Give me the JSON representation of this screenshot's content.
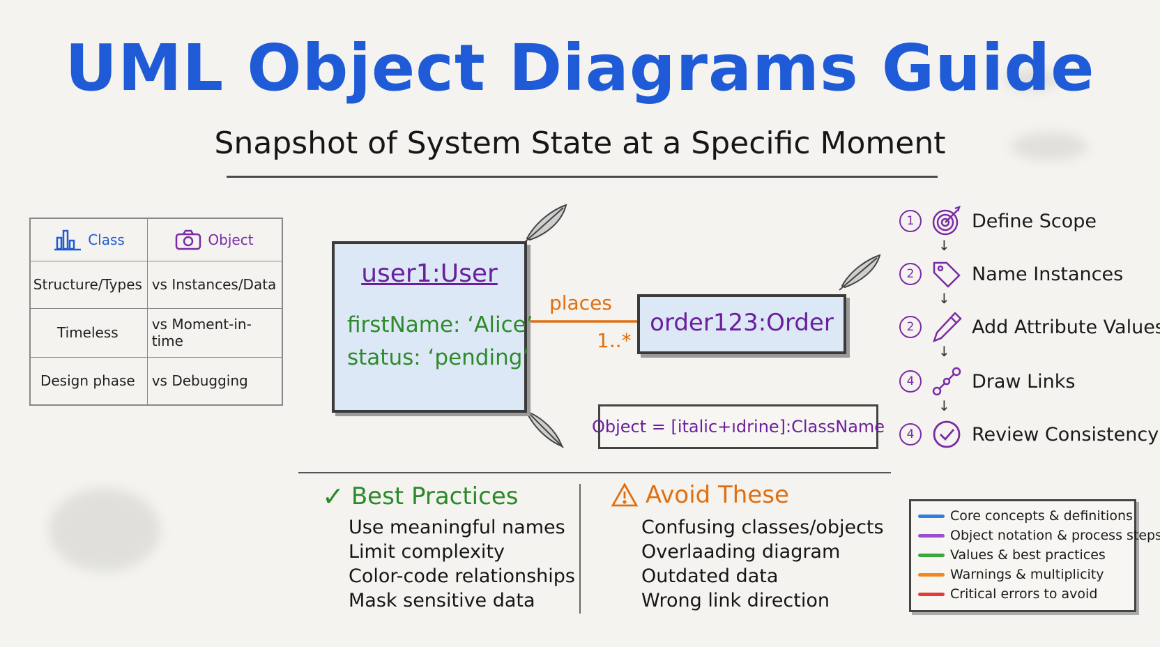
{
  "title": "UML Object Diagrams Guide",
  "subtitle": "Snapshot of System State at a Specific Moment",
  "comparison": {
    "header_class": "Class",
    "header_object": "Object",
    "rows": [
      {
        "left": "Structure/Types",
        "right": "vs Instances/Data"
      },
      {
        "left": "Timeless",
        "right": "vs Moment-in-time"
      },
      {
        "left": "Design phase",
        "right": "vs  Debugging"
      }
    ]
  },
  "diagram": {
    "user_object": {
      "name": "user1:User",
      "attr1": "firstName: ‘Alice’",
      "attr2": "status: ‘pending’"
    },
    "order_object": {
      "name": "order123:Order"
    },
    "link": {
      "label": "places",
      "multiplicity": "1..*"
    },
    "notation": "Object = [italic+ıdrine]:ClassName"
  },
  "steps": [
    {
      "num": "1",
      "label": "Define Scope",
      "icon": "target-icon"
    },
    {
      "num": "2",
      "label": "Name Instances",
      "icon": "tag-icon"
    },
    {
      "num": "2",
      "label": "Add Attribute Values",
      "icon": "pencil-icon"
    },
    {
      "num": "4",
      "label": "Draw Links",
      "icon": "link-icon"
    },
    {
      "num": "4",
      "label": "Review Consistency",
      "icon": "check-circle-icon"
    }
  ],
  "best_practices": {
    "heading": "Best Practices",
    "items": [
      "Use meaningful names",
      "Limit complexity",
      "Color-code relationships",
      "Mask sensitive data"
    ]
  },
  "avoid": {
    "heading": "Avoid These",
    "items": [
      "Confusing classes/objects",
      "Overlaading diagram",
      "Outdated data",
      "Wrong link direction"
    ]
  },
  "legend": [
    {
      "label": "Core concepts & definitions",
      "color": "#2f7fe0"
    },
    {
      "label": "Object notation & process steps",
      "color": "#9b4fd0"
    },
    {
      "label": "Values & best practices",
      "color": "#3aa83a"
    },
    {
      "label": "Warnings & multiplicity",
      "color": "#f08a20"
    },
    {
      "label": "Critical errors to avoid",
      "color": "#e23a3a"
    }
  ],
  "colors": {
    "title_blue": "#1f5bd6",
    "object_purple": "#6a1f9c",
    "value_green": "#2e8a2a",
    "warning_orange": "#e06f10",
    "object_fill": "#dce8f6"
  }
}
